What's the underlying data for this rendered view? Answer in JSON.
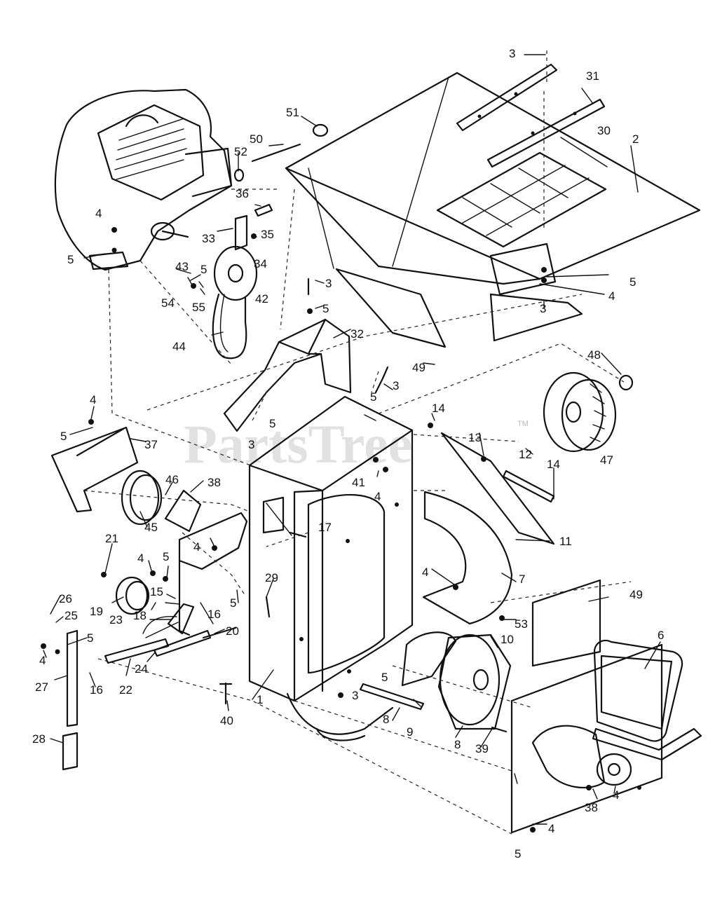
{
  "watermark": {
    "text": "PartsTree",
    "tm": "TM"
  },
  "callouts": {
    "c1": "1",
    "c2": "2",
    "c3a": "3",
    "c3b": "3",
    "c3c": "3",
    "c3d": "3",
    "c3e": "3",
    "c3f": "3",
    "c4a": "4",
    "c4b": "4",
    "c4c": "4",
    "c4d": "4",
    "c4e": "4",
    "c4f": "4",
    "c4g": "4",
    "c4h": "4",
    "c4i": "4",
    "c4j": "4",
    "c4k": "4",
    "c5a": "5",
    "c5b": "5",
    "c5c": "5",
    "c5d": "5",
    "c5e": "5",
    "c5f": "5",
    "c5g": "5",
    "c5h": "5",
    "c5i": "5",
    "c5j": "5",
    "c5k": "5",
    "c5l": "5",
    "c5m": "5",
    "c6": "6",
    "c7": "7",
    "c8a": "8",
    "c8b": "8",
    "c9": "9",
    "c10": "10",
    "c11": "11",
    "c12": "12",
    "c13": "13",
    "c14a": "14",
    "c14b": "14",
    "c15": "15",
    "c16a": "16",
    "c16b": "16",
    "c17": "17",
    "c18": "18",
    "c19": "19",
    "c20": "20",
    "c21": "21",
    "c22": "22",
    "c23": "23",
    "c24": "24",
    "c25": "25",
    "c26": "26",
    "c27": "27",
    "c28": "28",
    "c29": "29",
    "c30": "30",
    "c31": "31",
    "c32": "32",
    "c33": "33",
    "c34": "34",
    "c35": "35",
    "c36": "36",
    "c37": "37",
    "c38a": "38",
    "c38b": "38",
    "c39": "39",
    "c40": "40",
    "c41": "41",
    "c42": "42",
    "c43": "43",
    "c44": "44",
    "c45": "45",
    "c46": "46",
    "c47": "47",
    "c48": "48",
    "c49a": "49",
    "c49b": "49",
    "c50": "50",
    "c51": "51",
    "c52": "52",
    "c53": "53",
    "c54": "54",
    "c55": "55"
  }
}
